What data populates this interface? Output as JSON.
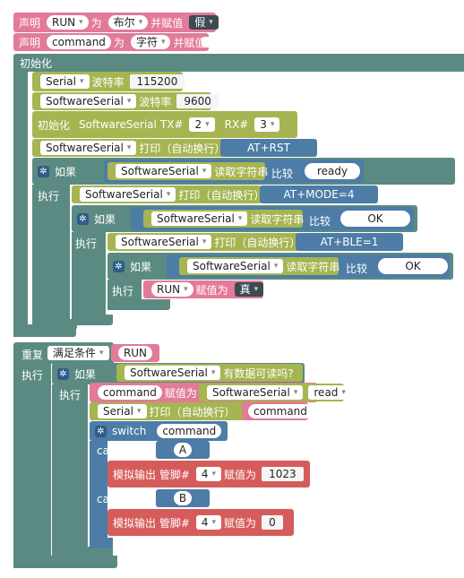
{
  "globals": [
    {
      "kw": "声明",
      "var": "RUN",
      "as": "为",
      "type": "布尔",
      "assign": "并赋值",
      "value": "假"
    },
    {
      "kw": "声明",
      "var": "command",
      "as": "为",
      "type": "字符",
      "assign": "并赋值"
    }
  ],
  "init": {
    "label": "初始化",
    "serial_baud": {
      "port": "Serial",
      "label": "波特率",
      "value": "115200"
    },
    "soft_baud": {
      "port": "SoftwareSerial",
      "label": "波特率",
      "value": "9600"
    },
    "soft_init": {
      "label": "初始化",
      "port": "SoftwareSerial",
      "tx_label": "TX#",
      "tx": "2",
      "rx_label": "RX#",
      "rx": "3"
    },
    "print_rst": {
      "port": "SoftwareSerial",
      "label": "打印（自动换行）",
      "value": "AT+RST"
    },
    "if1": {
      "kw": "如果",
      "port": "SoftwareSerial",
      "read": "读取字符串",
      "cmp": "比较",
      "value": "ready",
      "exec": "执行"
    },
    "print_mode": {
      "port": "SoftwareSerial",
      "label": "打印（自动换行）",
      "value": "AT+MODE=4"
    },
    "if2": {
      "kw": "如果",
      "port": "SoftwareSerial",
      "read": "读取字符串",
      "cmp": "比较",
      "value": "OK",
      "exec": "执行"
    },
    "print_ble": {
      "port": "SoftwareSerial",
      "label": "打印（自动换行）",
      "value": "AT+BLE=1"
    },
    "if3": {
      "kw": "如果",
      "port": "SoftwareSerial",
      "read": "读取字符串",
      "cmp": "比较",
      "value": "OK",
      "exec": "执行"
    },
    "set_run": {
      "var": "RUN",
      "label": "赋值为",
      "value": "真"
    }
  },
  "loop": {
    "repeat": "重复",
    "mode": "满足条件",
    "cond": "RUN",
    "exec": "执行",
    "if": {
      "kw": "如果",
      "port": "SoftwareSerial",
      "check": "有数据可读吗?",
      "exec": "执行"
    },
    "assign_cmd": {
      "var": "command",
      "label": "赋值为",
      "port": "SoftwareSerial",
      "method": "read"
    },
    "print_cmd": {
      "port": "Serial",
      "label": "打印（自动换行）",
      "value": "command"
    },
    "switch": {
      "kw": "switch",
      "value": "command"
    },
    "case1": {
      "kw": "case",
      "value": "A",
      "write": "模拟输出 管脚#",
      "pin": "4",
      "assign": "赋值为",
      "out": "1023"
    },
    "case2": {
      "kw": "case",
      "value": "B",
      "write": "模拟输出 管脚#",
      "pin": "4",
      "assign": "赋值为",
      "out": "0"
    }
  }
}
